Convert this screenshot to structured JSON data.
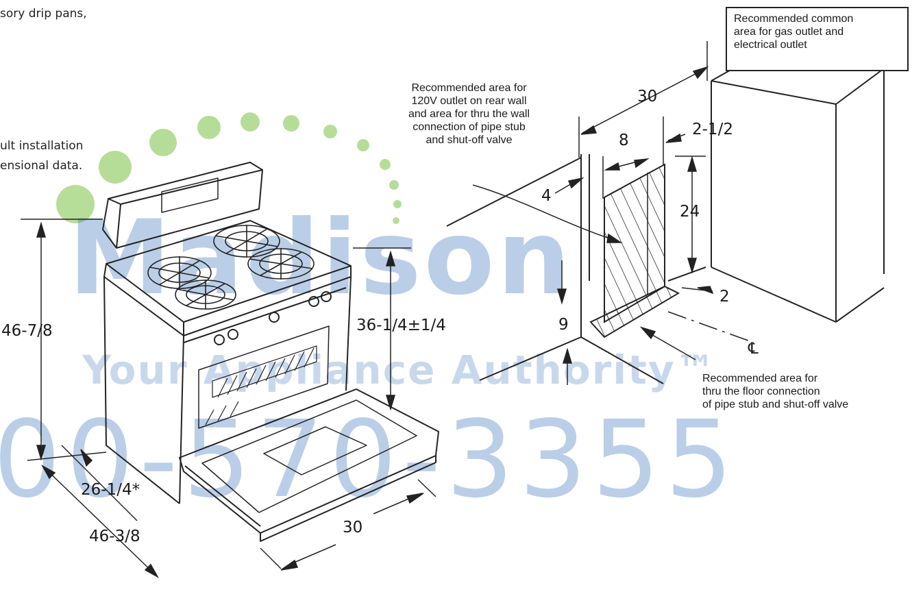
{
  "page_text": {
    "top_line": "sory drip pans,",
    "left_line_1": "ult installation",
    "left_line_2": "ensional data."
  },
  "dimensions": {
    "range_height": "46-7/8",
    "counter_height": "36-1/4±1/4",
    "depth_body": "26-1/4*",
    "depth_door_open": "46-3/8",
    "range_width": "30",
    "wall_width": "30",
    "area_width": "8",
    "side_offset": "2-1/2",
    "wall_offset": "4",
    "area_height": "24",
    "floor_height": "9",
    "floor_offset": "2"
  },
  "labels": {
    "common_area": "Recommended common\narea for gas outlet and\nelectrical outlet",
    "rear_wall_bold": "Recommended area for\n120V outlet on rear wall",
    "rear_wall_rest": "and area for thru the wall\nconnection of pipe stub\nand shut-off valve",
    "floor_area": "Recommended area for\nthru the floor connection\nof pipe stub and shut-off valve",
    "centerline_symbol": "℄"
  },
  "watermark": {
    "name": "Madison",
    "tagline": "Your Appliance Authority™",
    "phone": "00-570-3355",
    "color": "#2d6ab8",
    "dot_color": "#7cc243"
  }
}
